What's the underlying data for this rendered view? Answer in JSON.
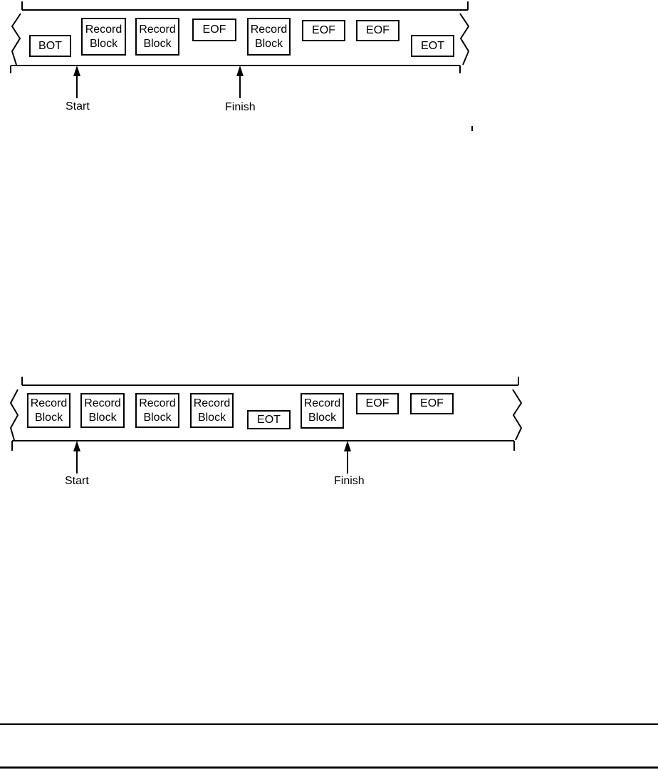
{
  "colors": {
    "ink": "#000000",
    "paper": "#ffffff"
  },
  "diagrams": [
    {
      "blocks": [
        "BOT",
        "Record Block",
        "Record Block",
        "EOF",
        "Record Block",
        "EOF",
        "EOF",
        "EOT"
      ],
      "start_label": "Start",
      "finish_label": "Finish"
    },
    {
      "blocks": [
        "Record Block",
        "Record Block",
        "Record Block",
        "Record Block",
        "EOT",
        "Record Block",
        "EOF",
        "EOF"
      ],
      "start_label": "Start",
      "finish_label": "Finish"
    }
  ]
}
